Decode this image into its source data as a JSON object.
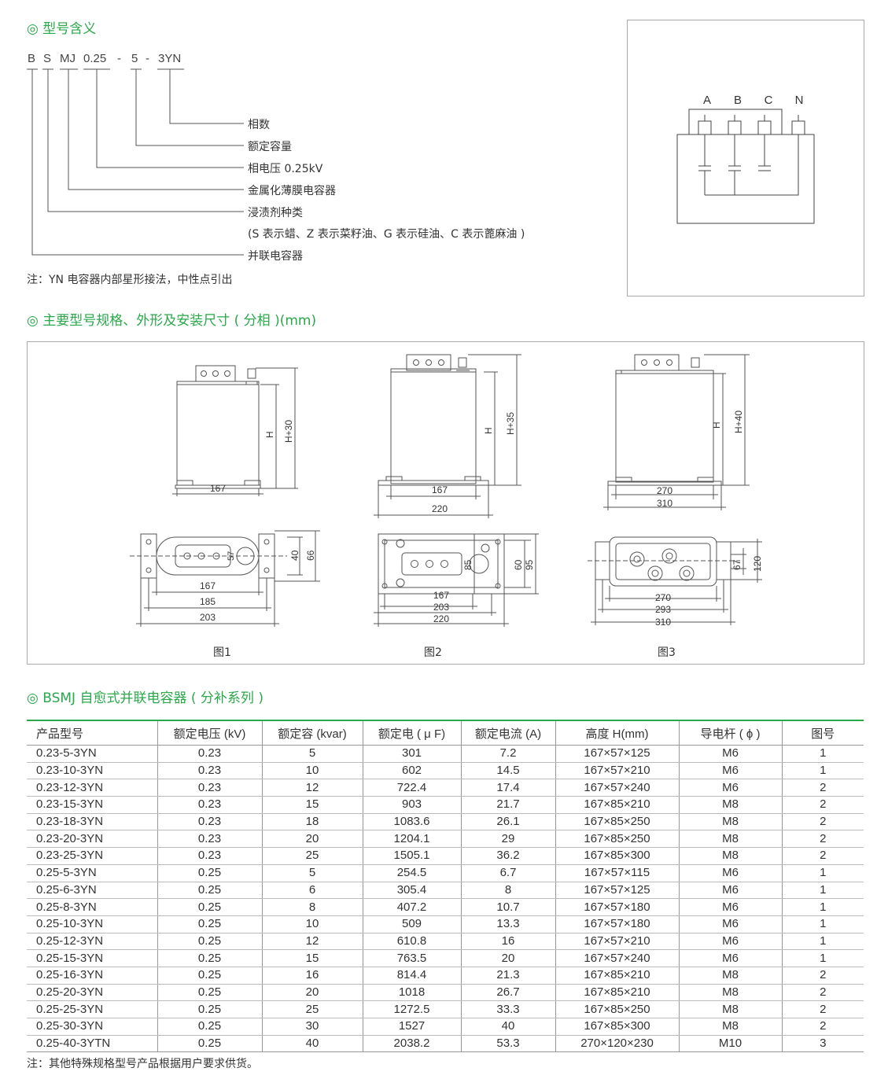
{
  "section1": {
    "title": "◎ 型号含义",
    "code": [
      "B",
      "S",
      "MJ",
      "0.25",
      "-",
      "5",
      "-",
      "3YN"
    ],
    "legend": [
      "相数",
      "额定容量",
      "相电压 0.25kV",
      "金属化薄膜电容器",
      "浸渍剂种类",
      "(S 表示蜡、Z 表示菜籽油、G 表示硅油、C 表示蓖麻油 )",
      "并联电容器"
    ],
    "note": "注：YN 电容器内部星形接法，中性点引出",
    "wiring_labels": [
      "A",
      "B",
      "C",
      "N"
    ]
  },
  "section2": {
    "title": "◎ 主要型号规格、外形及安装尺寸 ( 分相 )(mm)",
    "fig1": {
      "caption": "图1",
      "h": "H",
      "h_plus": "H+30",
      "bottom_width": "167",
      "plan": [
        "167",
        "185",
        "203"
      ],
      "side": [
        "40",
        "66"
      ],
      "inner": "57"
    },
    "fig2": {
      "caption": "图2",
      "h": "H",
      "h_plus": "H+35",
      "bottom": [
        "167",
        "220"
      ],
      "plan": [
        "167",
        "203",
        "220"
      ],
      "side": [
        "60",
        "95"
      ],
      "inner": "85"
    },
    "fig3": {
      "caption": "图3",
      "h": "H",
      "h_plus": "H+40",
      "bottom": [
        "270",
        "310"
      ],
      "plan": [
        "270",
        "293",
        "310"
      ],
      "side": [
        "67",
        "120"
      ]
    }
  },
  "section3": {
    "title": "◎ BSMJ 自愈式并联电容器 ( 分补系列 )",
    "headers": [
      "产品型号",
      "额定电压 (kV)",
      "额定容 (kvar)",
      "额定电 ( μ F)",
      "额定电流 (A)",
      "高度 H(mm)",
      "导电杆 ( ϕ )",
      "图号"
    ],
    "rows": [
      [
        "0.23-5-3YN",
        "0.23",
        "5",
        "301",
        "7.2",
        "167×57×125",
        "M6",
        "1"
      ],
      [
        "0.23-10-3YN",
        "0.23",
        "10",
        "602",
        "14.5",
        "167×57×210",
        "M6",
        "1"
      ],
      [
        "0.23-12-3YN",
        "0.23",
        "12",
        "722.4",
        "17.4",
        "167×57×240",
        "M6",
        "2"
      ],
      [
        "0.23-15-3YN",
        "0.23",
        "15",
        "903",
        "21.7",
        "167×85×210",
        "M8",
        "2"
      ],
      [
        "0.23-18-3YN",
        "0.23",
        "18",
        "1083.6",
        "26.1",
        "167×85×250",
        "M8",
        "2"
      ],
      [
        "0.23-20-3YN",
        "0.23",
        "20",
        "1204.1",
        "29",
        "167×85×250",
        "M8",
        "2"
      ],
      [
        "0.23-25-3YN",
        "0.23",
        "25",
        "1505.1",
        "36.2",
        "167×85×300",
        "M8",
        "2"
      ],
      [
        "0.25-5-3YN",
        "0.25",
        "5",
        "254.5",
        "6.7",
        "167×57×115",
        "M6",
        "1"
      ],
      [
        "0.25-6-3YN",
        "0.25",
        "6",
        "305.4",
        "8",
        "167×57×125",
        "M6",
        "1"
      ],
      [
        "0.25-8-3YN",
        "0.25",
        "8",
        "407.2",
        "10.7",
        "167×57×180",
        "M6",
        "1"
      ],
      [
        "0.25-10-3YN",
        "0.25",
        "10",
        "509",
        "13.3",
        "167×57×180",
        "M6",
        "1"
      ],
      [
        "0.25-12-3YN",
        "0.25",
        "12",
        "610.8",
        "16",
        "167×57×210",
        "M6",
        "1"
      ],
      [
        "0.25-15-3YN",
        "0.25",
        "15",
        "763.5",
        "20",
        "167×57×240",
        "M6",
        "1"
      ],
      [
        "0.25-16-3YN",
        "0.25",
        "16",
        "814.4",
        "21.3",
        "167×85×210",
        "M8",
        "2"
      ],
      [
        "0.25-20-3YN",
        "0.25",
        "20",
        "1018",
        "26.7",
        "167×85×210",
        "M8",
        "2"
      ],
      [
        "0.25-25-3YN",
        "0.25",
        "25",
        "1272.5",
        "33.3",
        "167×85×250",
        "M8",
        "2"
      ],
      [
        "0.25-30-3YN",
        "0.25",
        "30",
        "1527",
        "40",
        "167×85×300",
        "M8",
        "2"
      ],
      [
        "0.25-40-3YTN",
        "0.25",
        "40",
        "2038.2",
        "53.3",
        "270×120×230",
        "M10",
        "3"
      ]
    ],
    "note": "注：其他特殊规格型号产品根据用户要求供货。"
  },
  "colors": {
    "accent": "#2aa84a",
    "text": "#333333",
    "line": "#555555"
  }
}
